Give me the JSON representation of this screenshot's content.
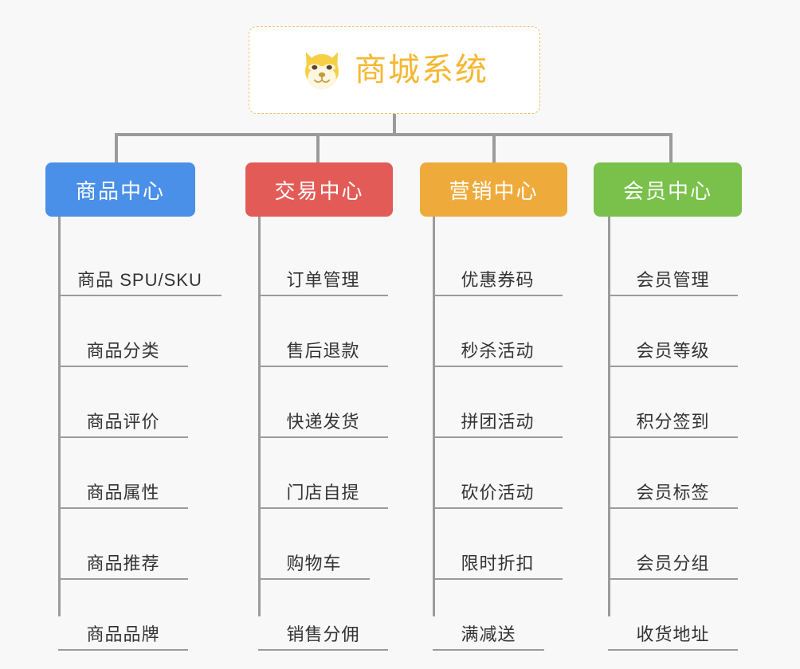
{
  "page": {
    "background_color": "#f8f8f8",
    "type": "mindmap-tree"
  },
  "root": {
    "title": "商城系统",
    "icon": "shiba-dog-face-icon",
    "border_color": "#f0c070",
    "text_color": "#f5b731",
    "background_color": "#ffffff"
  },
  "branches": [
    {
      "label": "商品中心",
      "color": "#4a90e8",
      "items": [
        "商品 SPU/SKU",
        "商品分类",
        "商品评价",
        "商品属性",
        "商品推荐",
        "商品品牌"
      ]
    },
    {
      "label": "交易中心",
      "color": "#e35b57",
      "items": [
        "订单管理",
        "售后退款",
        "快递发货",
        "门店自提",
        "购物车",
        "销售分佣"
      ]
    },
    {
      "label": "营销中心",
      "color": "#eeab3c",
      "items": [
        "优惠券码",
        "秒杀活动",
        "拼团活动",
        "砍价活动",
        "限时折扣",
        "满减送"
      ]
    },
    {
      "label": "会员中心",
      "color": "#79c14a",
      "items": [
        "会员管理",
        "会员等级",
        "积分签到",
        "会员标签",
        "会员分组",
        "收货地址"
      ]
    }
  ],
  "connector": {
    "color": "#9b9b9b"
  }
}
